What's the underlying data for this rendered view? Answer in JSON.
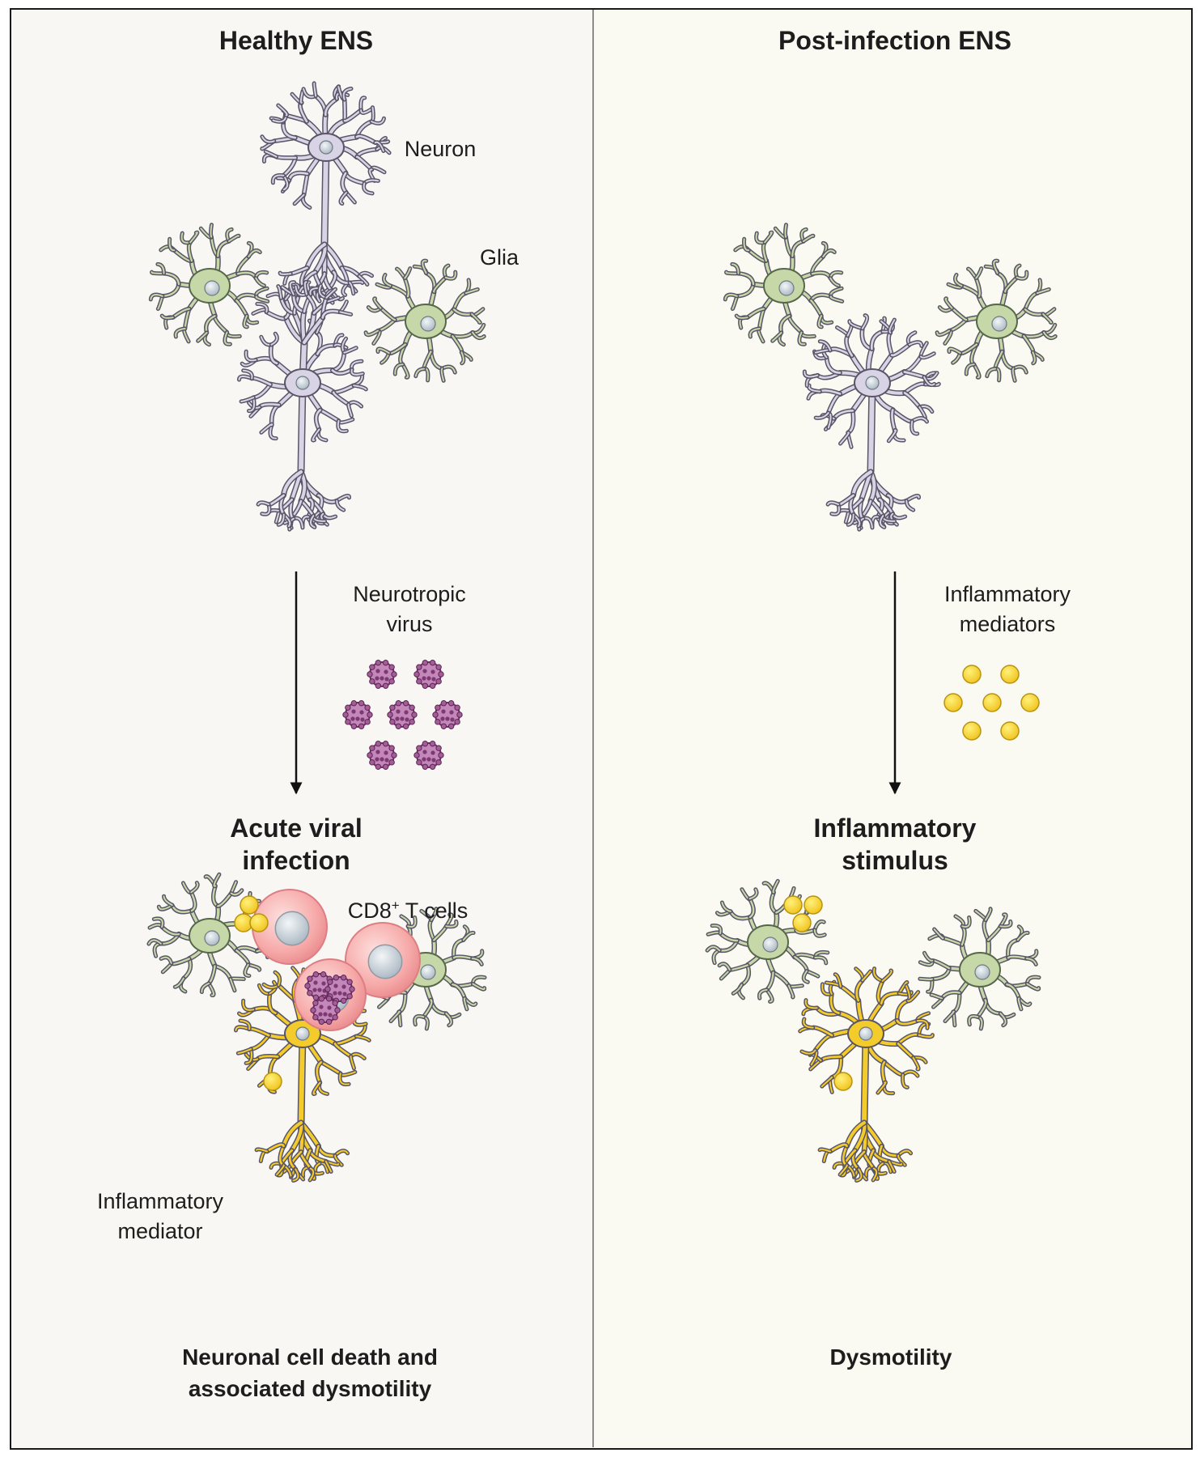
{
  "left_panel": {
    "title": "Healthy ENS",
    "neuron_label": "Neuron",
    "glia_label": "Glia",
    "virus_label": "Neurotropic\nvirus",
    "stage_title": "Acute viral\ninfection",
    "tcell_label": "CD8",
    "tcell_label_sup": "+",
    "tcell_label_rest": " T cells",
    "mediator_label": "Inflammatory\nmediator",
    "outcome": "Neuronal cell death and\nassociated dysmotility"
  },
  "right_panel": {
    "title": "Post-infection ENS",
    "mediators_label": "Inflammatory\nmediators",
    "stage_title": "Inflammatory\nstimulus",
    "outcome": "Dysmotility"
  },
  "colors": {
    "left_bg": "#f8f7f4",
    "right_bg": "#fafaf2",
    "neuron": "#d9d3e6",
    "glia": "#c6d8a8",
    "virus": "#a45d97",
    "tcell": "#f4a4a6",
    "mediator": "#f6d02c",
    "affected_neuron": "#f3cc2b",
    "arrow": "#111111"
  }
}
